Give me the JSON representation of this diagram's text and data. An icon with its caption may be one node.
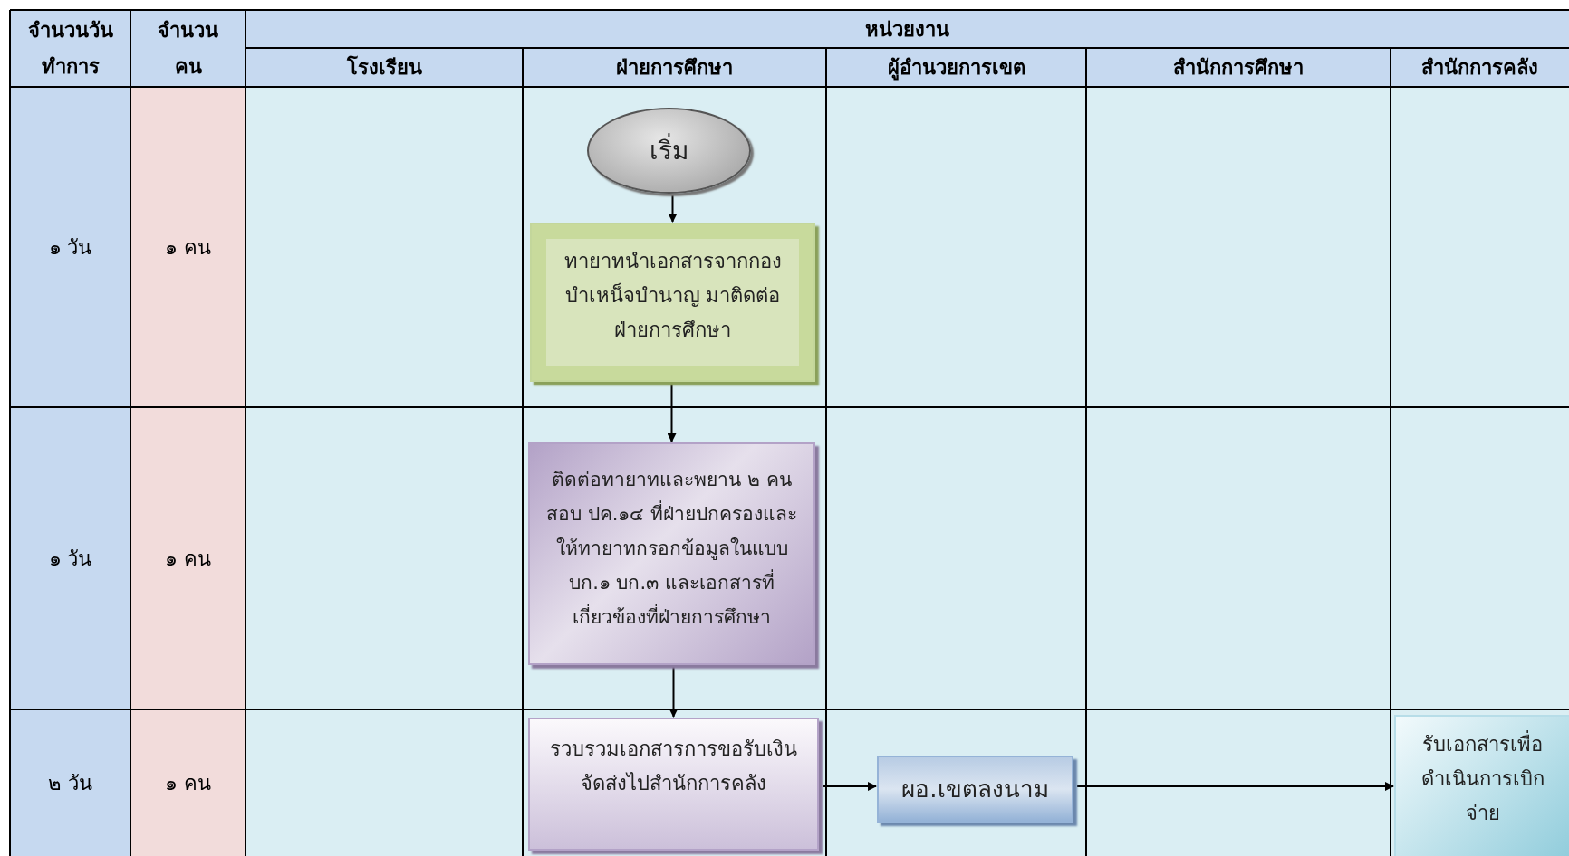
{
  "diagram": {
    "nodes": [
      {
        "text": [
          "เริ่ม"
        ]
      },
      {
        "text": [
          "ทายาทนำเอกสารจากกองบำเหน็จบำนาญ มาติดต่อฝ่ายการศึกษา"
        ]
      },
      {
        "text": [
          "ติดต่อทายาทและพยาน ๒ คนสอบ ปค.๑๔ ที่ฝ่ายปกครองและให้ทายาทกรอกข้อมูลในแบบ บก.๑ บก.๓ และเอกสารที่เกี่ยวข้องที่ฝ่ายการศึกษา"
        ]
      },
      {
        "text": [
          "รวบรวมเอกสารการขอรับเงินจัดส่งไปสำนักการคลัง"
        ]
      },
      {
        "text": [
          "ผอ.เขตลงนาม"
        ]
      },
      {
        "text": [
          "รับเอกสารเพื่อดำเนินการเบิกจ่าย"
        ]
      }
    ],
    "edges": [
      {
        "from": 0,
        "to": 1,
        "arrow": "to"
      },
      {
        "from": 1,
        "to": 2,
        "arrow": "to"
      },
      {
        "from": 2,
        "to": 3,
        "arrow": "to"
      },
      {
        "from": 3,
        "to": 4,
        "arrow": "to"
      },
      {
        "from": 4,
        "to": 5,
        "arrow": "to"
      }
    ],
    "labels": [
      "จำนวนวันทำการ",
      "จำนวนคน",
      "หน่วยงาน",
      "โรงเรียน",
      "ฝ่ายการศึกษา",
      "ผู้อำนวยการเขต",
      "สำนักการศึกษา",
      "สำนักการคลัง",
      "๑ วัน",
      "๑ คน",
      "๑ วัน",
      "๑ คน",
      "๒ วัน",
      "๑ คน"
    ]
  }
}
